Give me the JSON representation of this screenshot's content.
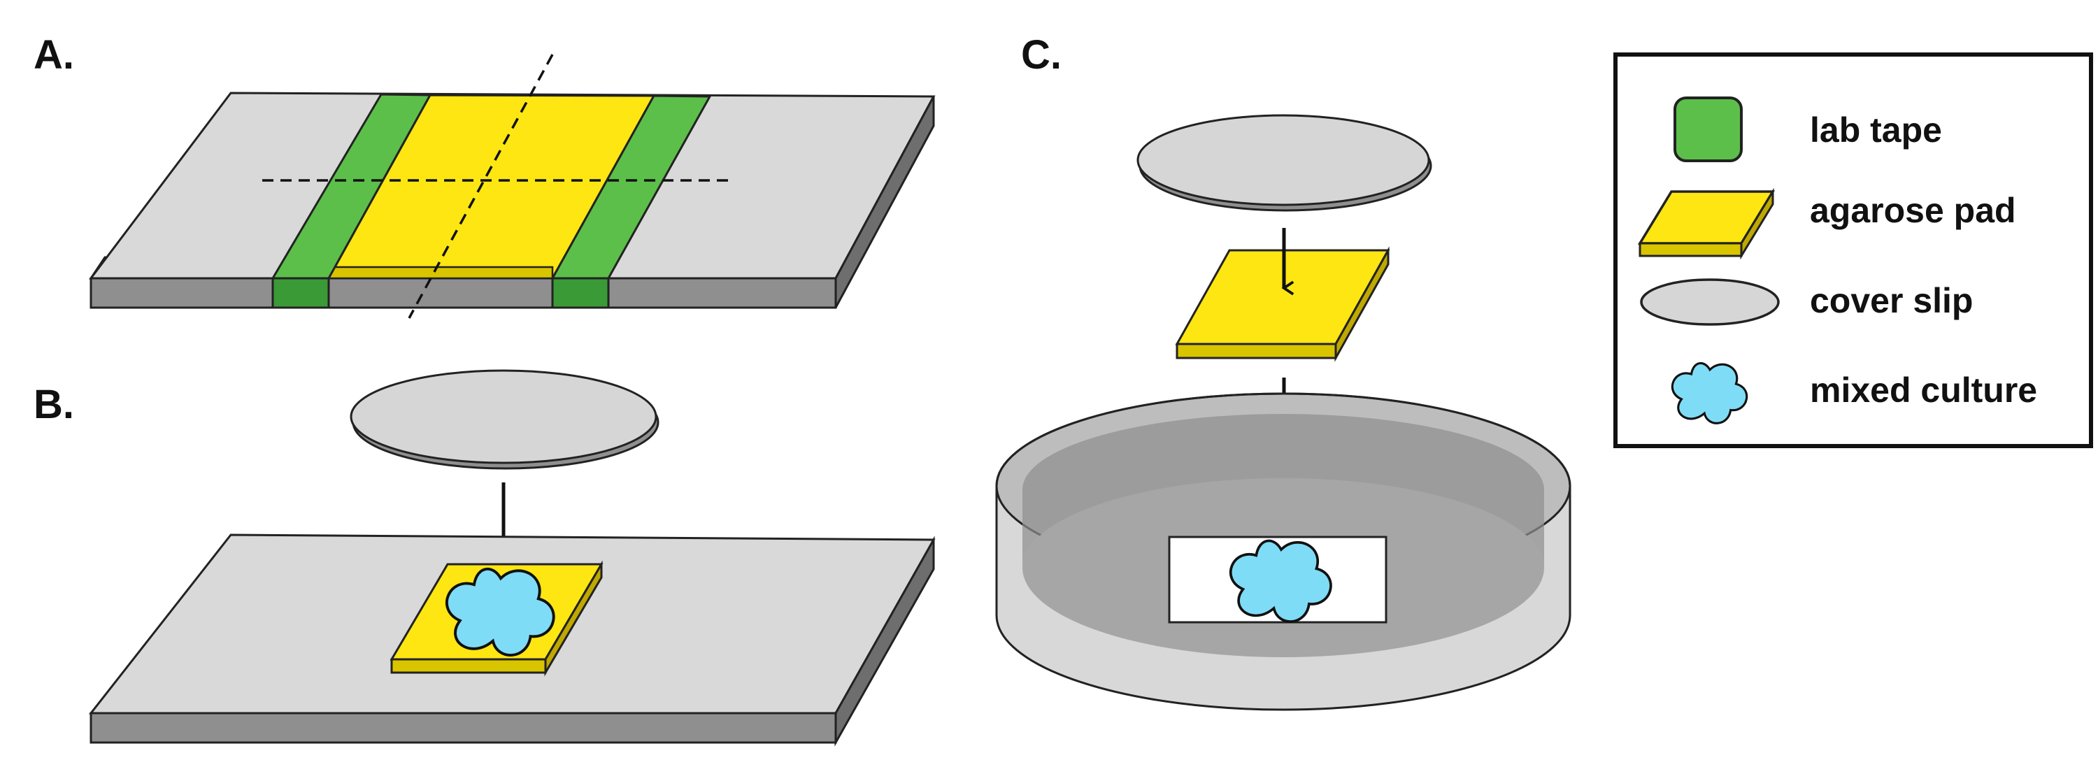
{
  "panels": {
    "a": {
      "label": "A."
    },
    "b": {
      "label": "B."
    },
    "c": {
      "label": "C."
    }
  },
  "legend": {
    "items": [
      {
        "key": "lab_tape",
        "label": "lab tape",
        "icon": "lab-tape-swatch-icon"
      },
      {
        "key": "agarose_pad",
        "label": "agarose pad",
        "icon": "agarose-pad-swatch-icon"
      },
      {
        "key": "cover_slip",
        "label": "cover slip",
        "icon": "cover-slip-swatch-icon"
      },
      {
        "key": "mixed_culture",
        "label": "mixed culture",
        "icon": "mixed-culture-swatch-icon"
      }
    ]
  },
  "colors": {
    "slide_top": "#d9d9d9",
    "slide_side": "#8f8f8f",
    "tape_top": "#5cbf4a",
    "tape_side": "#3a9a36",
    "pad_top": "#fde612",
    "pad_side": "#d9c400",
    "cover_slip": "#d6d6d6",
    "culture": "#7fdcf6",
    "dish_wall": "#d8d8d8",
    "dish_inner": "#a6a6a6",
    "outline": "#222222"
  }
}
